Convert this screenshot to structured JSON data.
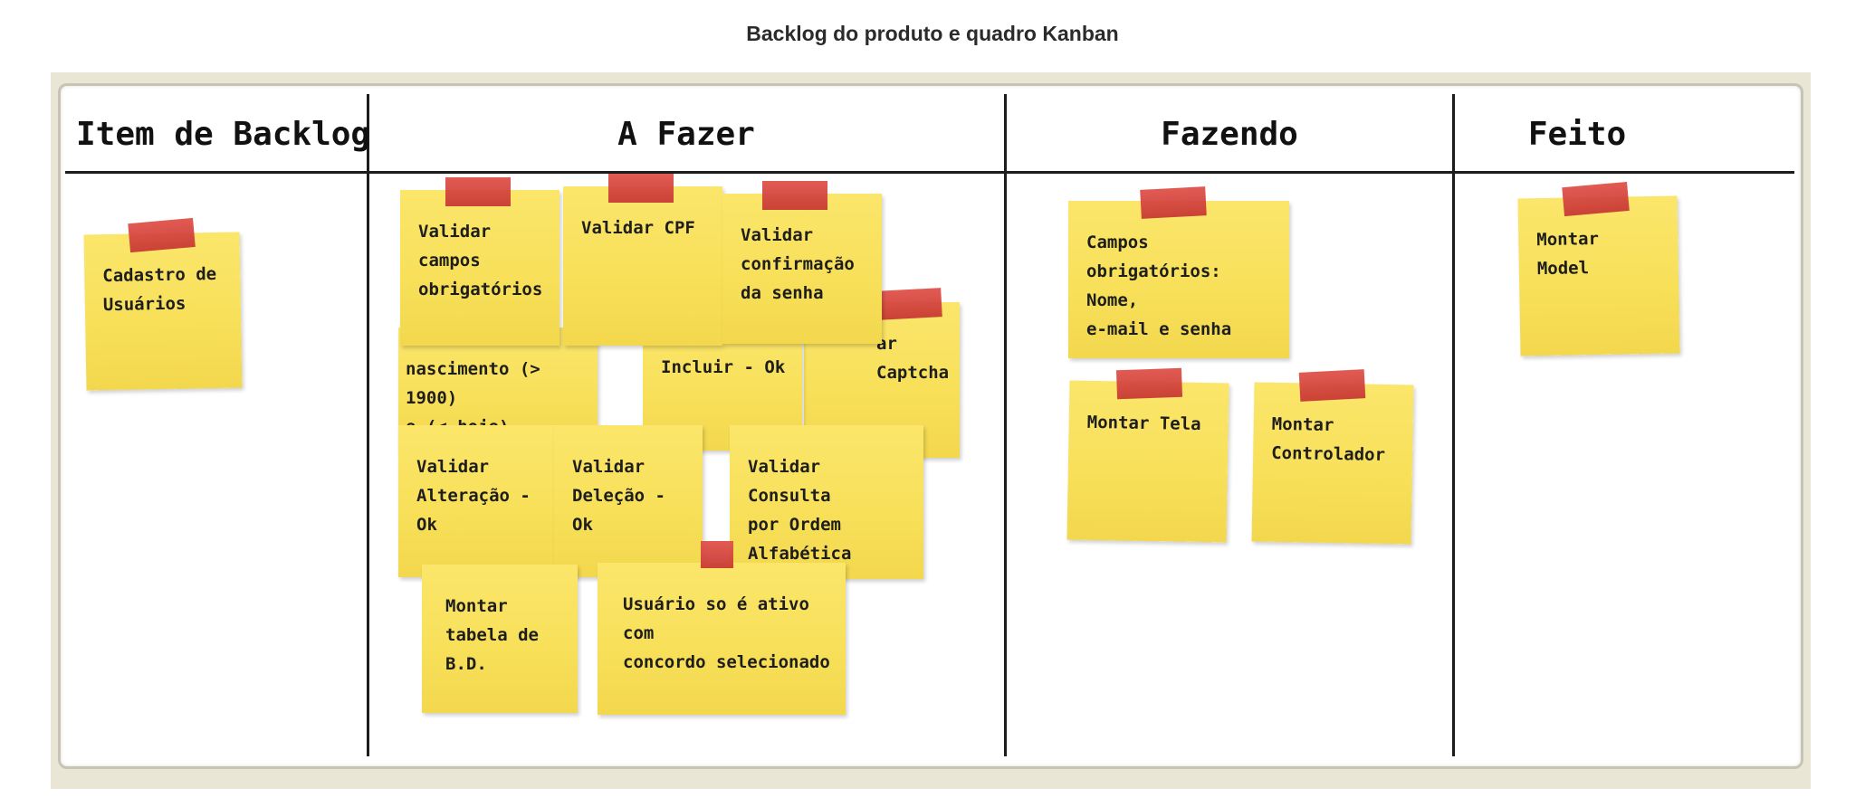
{
  "caption": "Backlog do produto e quadro Kanban",
  "columns": {
    "backlog": "Item de Backlog",
    "todo": "A Fazer",
    "doing": "Fazendo",
    "done": "Feito"
  },
  "notes": {
    "backlog_cadastro": "Cadastro de\nUsuários",
    "todo_campos": "Validar\ncampos\nobrigatórios",
    "todo_cpf": "Validar CPF",
    "todo_senha": "Validar\nconfirmação\nda senha",
    "todo_captcha": "ar\nCaptcha",
    "todo_nascimento": "nascimento (> 1900)\ne (< hoje)",
    "todo_incluir": "Incluir - Ok",
    "todo_alteracao": "Validar\nAlteração -\nOk",
    "todo_delecao": "Validar\nDeleção -\nOk",
    "todo_consulta": "Validar Consulta\npor Ordem\nAlfabética",
    "todo_tabela": "Montar\ntabela de\nB.D.",
    "todo_usuario_ativo": "Usuário so é ativo com\nconcordo selecionado",
    "doing_campos": "Campos\nobrigatórios: Nome,\ne-mail e senha",
    "doing_tela": "Montar Tela",
    "doing_controlador": "Montar\nControlador",
    "done_model": "Montar\nModel"
  },
  "colors": {
    "note": "#f8e05a",
    "tape": "#d0433c",
    "frame": "#eae6d6"
  }
}
